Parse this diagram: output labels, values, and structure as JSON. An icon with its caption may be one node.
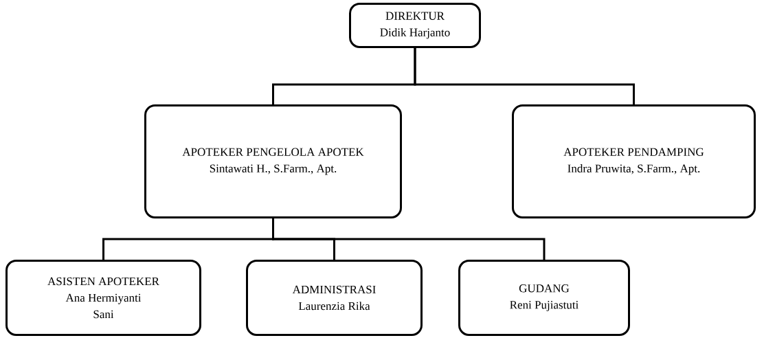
{
  "diagram": {
    "nodes": [
      {
        "text": [
          "DIREKTUR",
          "Didik Harjanto"
        ]
      },
      {
        "text": [
          "APOTEKER PENGELOLA APOTEK",
          "Sintawati H., S.Farm., Apt."
        ]
      },
      {
        "text": [
          "APOTEKER PENDAMPING",
          "Indra Pruwita, S.Farm., Apt."
        ]
      },
      {
        "text": [
          "ASISTEN APOTEKER",
          "Ana Hermiyanti",
          "Sani"
        ]
      },
      {
        "text": [
          "ADMINISTRASI",
          "Laurenzia Rika"
        ]
      },
      {
        "text": [
          "GUDANG",
          "Reni Pujiastuti"
        ]
      }
    ],
    "edges": [
      {
        "from": 0,
        "to": 1,
        "arrow": "none"
      },
      {
        "from": 0,
        "to": 2,
        "arrow": "none"
      },
      {
        "from": 1,
        "to": 3,
        "arrow": "none"
      },
      {
        "from": 1,
        "to": 4,
        "arrow": "none"
      },
      {
        "from": 1,
        "to": 5,
        "arrow": "none"
      }
    ]
  }
}
